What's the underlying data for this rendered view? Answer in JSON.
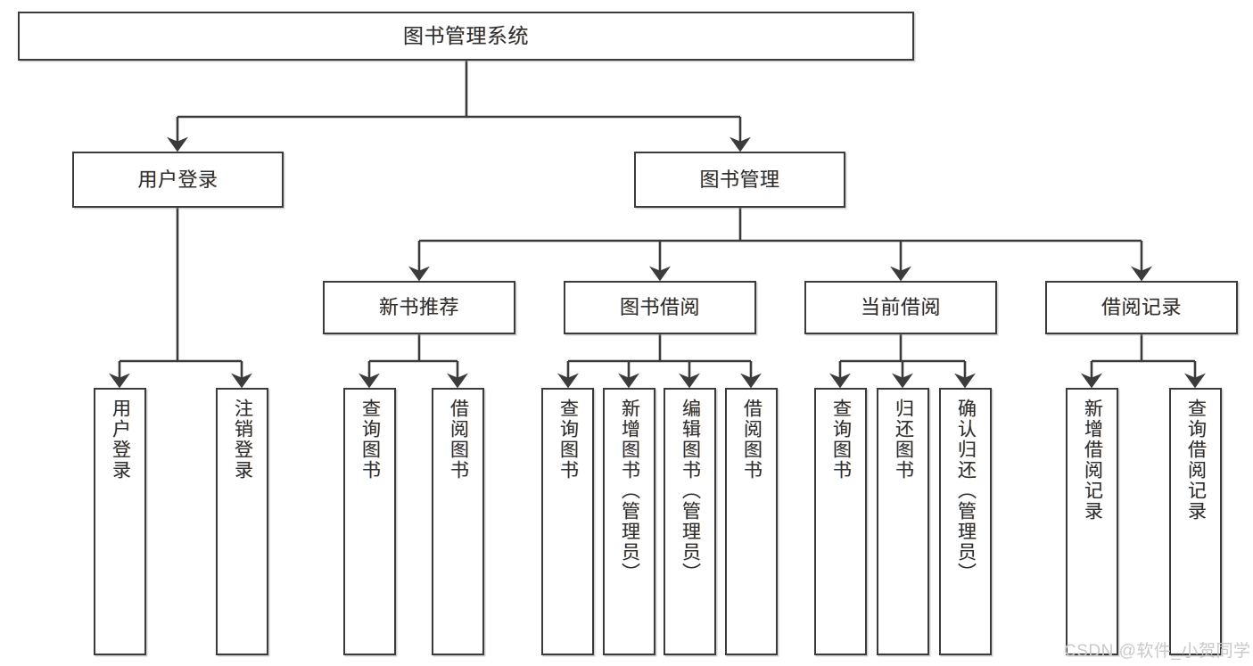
{
  "diagram": {
    "title": "图书管理系统",
    "type": "tree-hierarchy-diagram",
    "watermark": "CSDN @软件_小贺同学",
    "colors": {
      "border": "#3b3b3b",
      "text": "#2f2f2f",
      "background": "#ffffff",
      "watermark": "#c9c9c9"
    },
    "nodes": {
      "root": {
        "label": "图书管理系统"
      },
      "level2": [
        {
          "id": "user-login",
          "label": "用户登录"
        },
        {
          "id": "book-management",
          "label": "图书管理"
        }
      ],
      "level3": [
        {
          "id": "new-book-recommend",
          "label": "新书推荐"
        },
        {
          "id": "book-borrow",
          "label": "图书借阅"
        },
        {
          "id": "current-borrow",
          "label": "当前借阅"
        },
        {
          "id": "borrow-record",
          "label": "借阅记录"
        }
      ],
      "leaves": {
        "user-login": [
          {
            "id": "leaf-user-login",
            "label": "用户登录"
          },
          {
            "id": "leaf-logout-login",
            "label": "注销登录"
          }
        ],
        "new-book-recommend": [
          {
            "id": "leaf-query-book-1",
            "label": "查询图书"
          },
          {
            "id": "leaf-borrow-book-1",
            "label": "借阅图书"
          }
        ],
        "book-borrow": [
          {
            "id": "leaf-query-book-2",
            "label": "查询图书"
          },
          {
            "id": "leaf-add-book",
            "label": "新增图书（管理员）"
          },
          {
            "id": "leaf-edit-book",
            "label": "编辑图书（管理员）"
          },
          {
            "id": "leaf-borrow-book-2",
            "label": "借阅图书"
          }
        ],
        "current-borrow": [
          {
            "id": "leaf-query-book-3",
            "label": "查询图书"
          },
          {
            "id": "leaf-return-book",
            "label": "归还图书"
          },
          {
            "id": "leaf-confirm-return",
            "label": "确认归还（管理员）"
          }
        ],
        "borrow-record": [
          {
            "id": "leaf-add-record",
            "label": "新增借阅记录"
          },
          {
            "id": "leaf-query-record",
            "label": "查询借阅记录"
          }
        ]
      }
    }
  }
}
